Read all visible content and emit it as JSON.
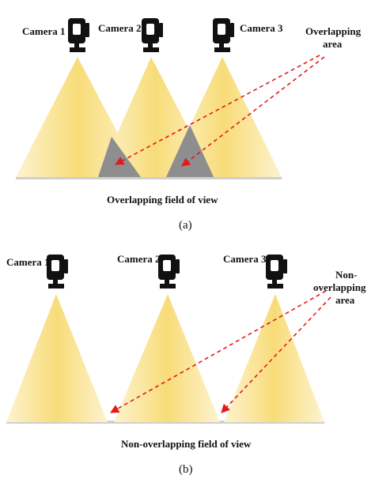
{
  "panel_a": {
    "cameras": [
      "Camera 1",
      "Camera 2",
      "Camera 3"
    ],
    "annotation": [
      "Overlapping",
      "area"
    ],
    "subtitle": "Overlapping field of view",
    "label": "(a)"
  },
  "panel_b": {
    "cameras": [
      "Camera 1",
      "Camera 2",
      "Camera 3"
    ],
    "annotation": [
      "Non-",
      "overlapping",
      "area"
    ],
    "subtitle": "Non-overlapping field of view",
    "label": "(b)"
  },
  "colors": {
    "cone_center": "#f8dc78",
    "cone_edge": "#fdf3cf",
    "overlap": "#8e8e8e",
    "arrow": "#e31a1c",
    "camera": "#111111"
  }
}
